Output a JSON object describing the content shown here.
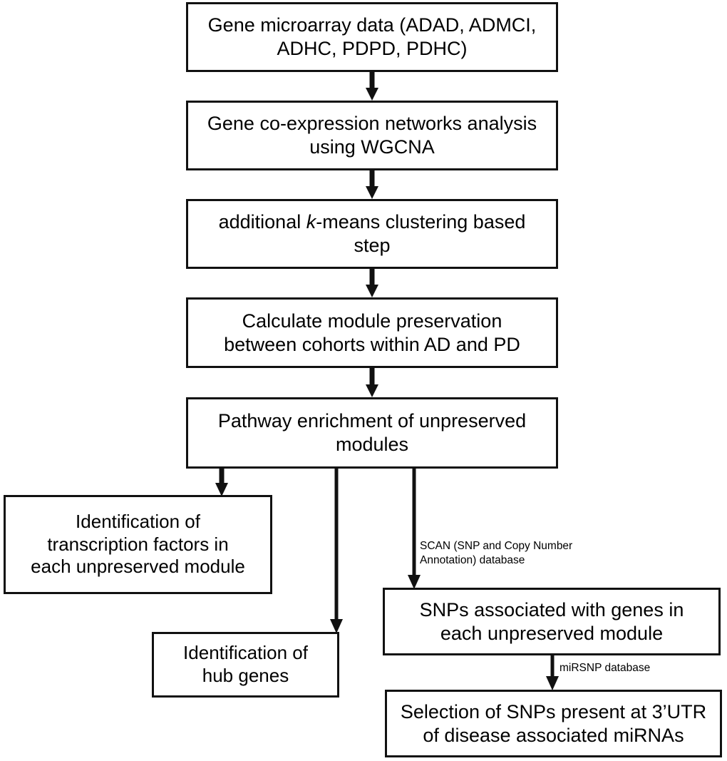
{
  "diagram": {
    "title": "Study workflow flowchart",
    "orientation": "top-to-bottom",
    "line_color": "#111111",
    "background_color": "#ffffff",
    "text_color": "#000000"
  },
  "nodes": [
    {
      "id": "n1",
      "name": "gene-microarray-data",
      "text": "Gene microarray data (ADAD, ADMCI,\nADHC, PDPD, PDHC)"
    },
    {
      "id": "n2",
      "name": "wgcna-coexpression",
      "text": "Gene co-expression networks analysis\nusing WGCNA"
    },
    {
      "id": "n3",
      "name": "kmeans-clustering",
      "text_before": "additional ",
      "text_italic": "k",
      "text_after": "-means clustering based\nstep"
    },
    {
      "id": "n4",
      "name": "module-preservation",
      "text": "Calculate module preservation\nbetween cohorts within AD and PD"
    },
    {
      "id": "n5",
      "name": "pathway-enrichment",
      "text": "Pathway enrichment of unpreserved\nmodules"
    },
    {
      "id": "n6",
      "name": "transcription-factors",
      "text": "Identification of\ntranscription factors in\neach unpreserved module"
    },
    {
      "id": "n7",
      "name": "hub-genes",
      "text": "Identification of\nhub genes"
    },
    {
      "id": "n8",
      "name": "snps-associated-genes",
      "text": "SNPs associated with genes in\neach unpreserved module"
    },
    {
      "id": "n9",
      "name": "snp-selection-3utr",
      "text": "Selection of SNPs present at 3’UTR\nof disease associated miRNAs"
    }
  ],
  "edge_labels": [
    {
      "id": "e1",
      "name": "scan-database-label",
      "text": "SCAN (SNP and Copy Number\nAnnotation) database"
    },
    {
      "id": "e2",
      "name": "mirsnp-database-label",
      "text": "miRSNP database"
    }
  ],
  "edges": [
    {
      "from": "gene-microarray-data",
      "to": "wgcna-coexpression",
      "label": ""
    },
    {
      "from": "wgcna-coexpression",
      "to": "kmeans-clustering",
      "label": ""
    },
    {
      "from": "kmeans-clustering",
      "to": "module-preservation",
      "label": ""
    },
    {
      "from": "module-preservation",
      "to": "pathway-enrichment",
      "label": ""
    },
    {
      "from": "pathway-enrichment",
      "to": "transcription-factors",
      "label": ""
    },
    {
      "from": "pathway-enrichment",
      "to": "hub-genes",
      "label": ""
    },
    {
      "from": "pathway-enrichment",
      "to": "snps-associated-genes",
      "label": "SCAN (SNP and Copy Number Annotation) database"
    },
    {
      "from": "snps-associated-genes",
      "to": "snp-selection-3utr",
      "label": "miRSNP database"
    }
  ]
}
